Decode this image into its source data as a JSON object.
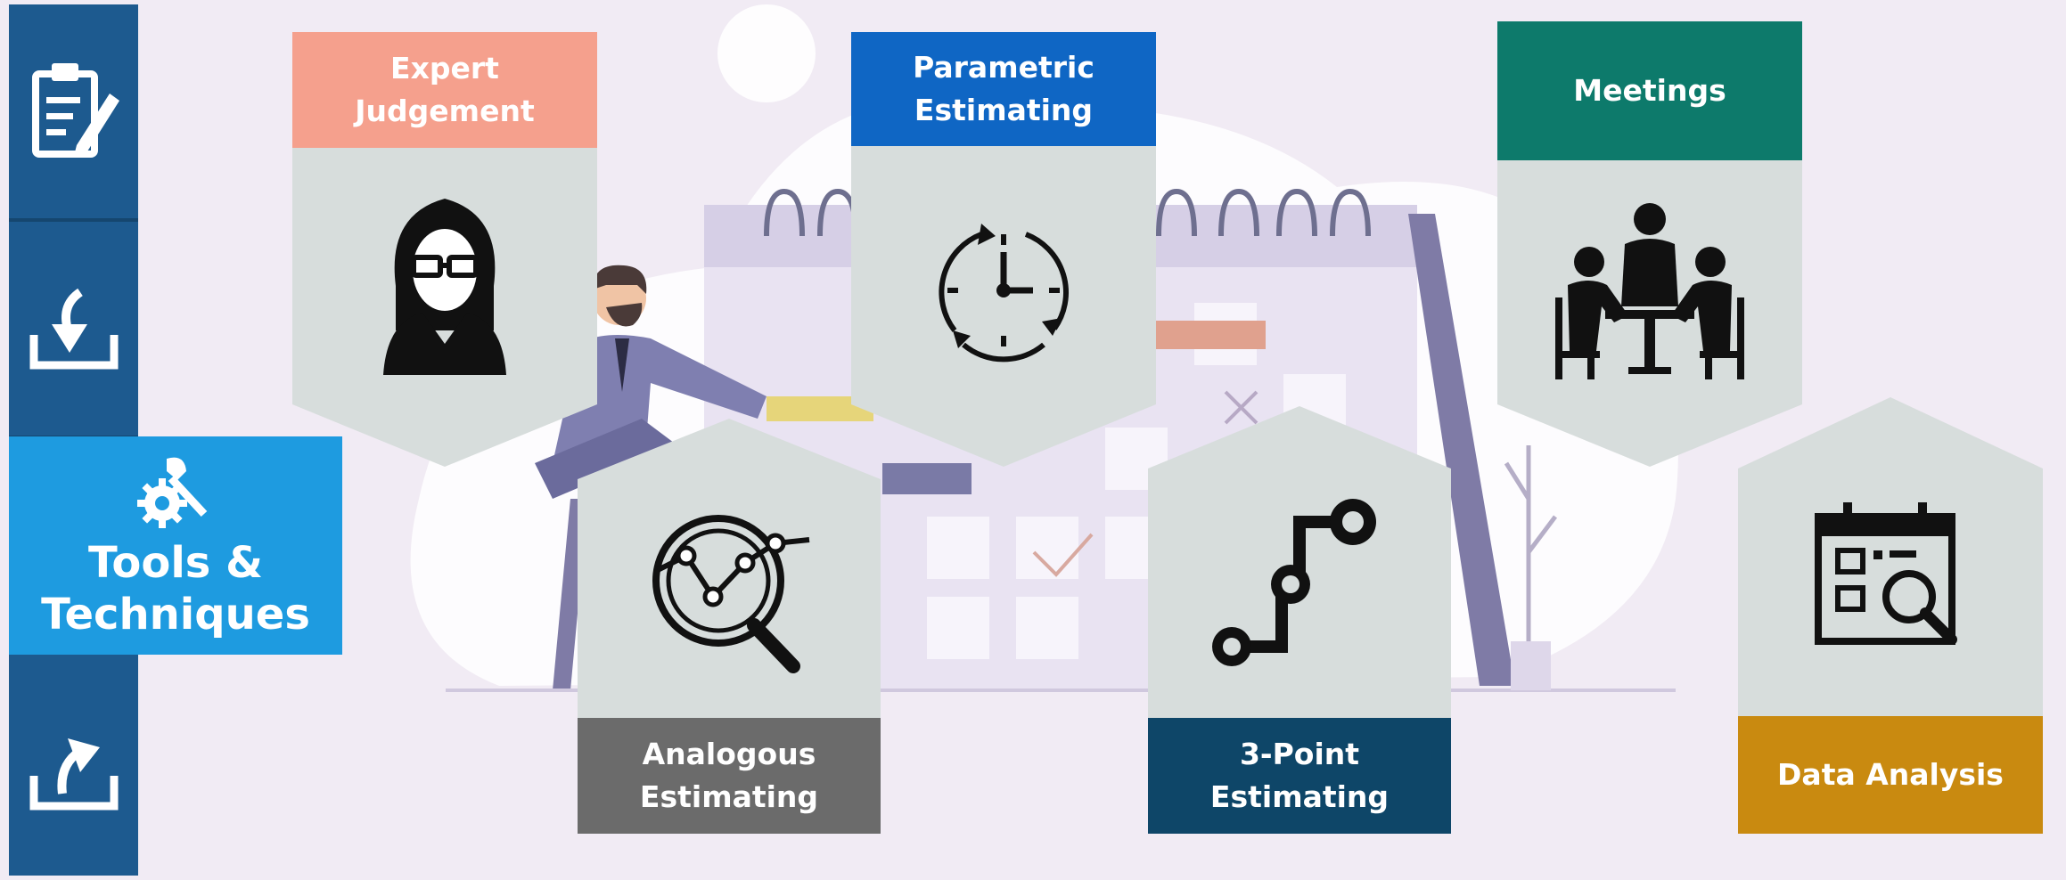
{
  "sidebar": {
    "items": [
      {
        "icon": "clipboard-edit-icon"
      },
      {
        "icon": "download-tray-icon"
      },
      {
        "icon": "tools-icon",
        "label": "Tools &\nTechniques",
        "active": true
      },
      {
        "icon": "upload-tray-icon"
      }
    ]
  },
  "cards": [
    {
      "label": "Expert\nJudgement",
      "color": "#f5a08d",
      "icon": "woman-with-glasses-icon"
    },
    {
      "label": "Parametric\nEstimating",
      "color": "#0f66c4",
      "icon": "clock-cycle-icon"
    },
    {
      "label": "Meetings",
      "color": "#0d7a6b",
      "icon": "meeting-table-icon"
    },
    {
      "label": "Analogous\nEstimating",
      "color": "#6b6b6b",
      "icon": "magnifier-trend-icon"
    },
    {
      "label": "3-Point\nEstimating",
      "color": "#0e4668",
      "icon": "three-point-path-icon"
    },
    {
      "label": "Data Analysis",
      "color": "#c98a10",
      "icon": "calendar-search-icon"
    }
  ],
  "colors": {
    "background": "#f1ebf4",
    "sidebar": "#1d5a8f",
    "active": "#1e9be0",
    "card_body": "#d7dddc"
  }
}
